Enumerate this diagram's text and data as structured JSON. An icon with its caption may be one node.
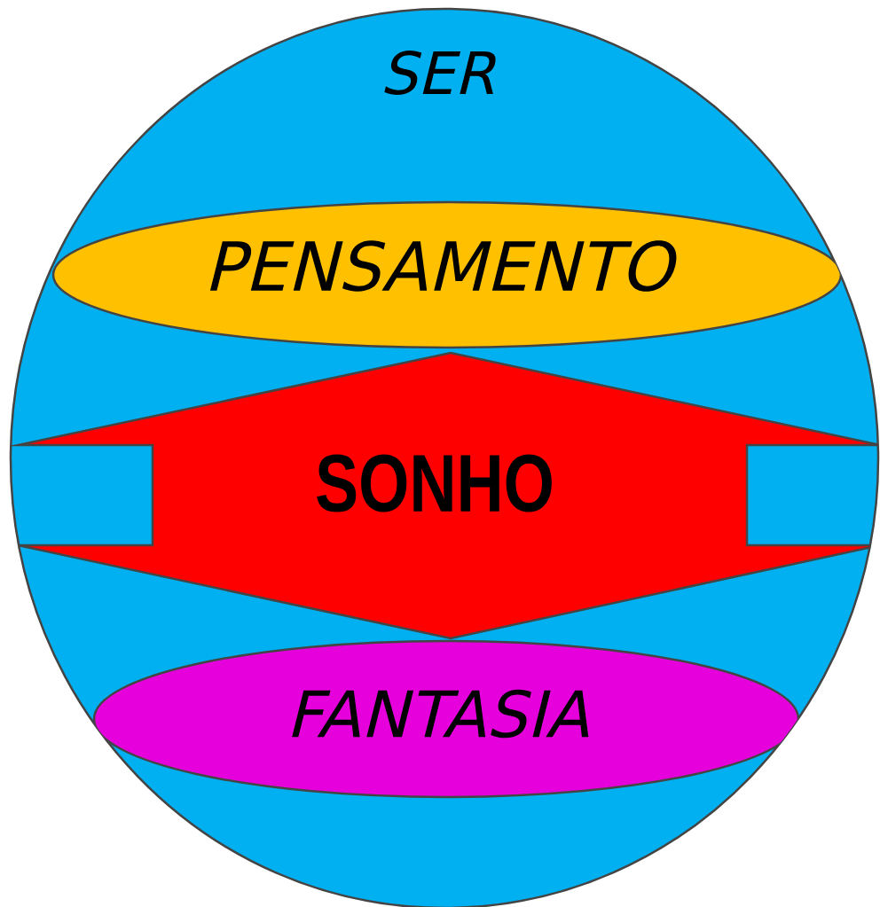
{
  "diagram": {
    "nodes": [
      {
        "text": [
          "SER"
        ]
      },
      {
        "text": [
          "PENSAMENTO"
        ],
        "in": 0
      },
      {
        "text": [
          "SONHO"
        ],
        "in": 0
      },
      {
        "text": [
          "FANTASIA"
        ],
        "in": 0
      }
    ]
  }
}
